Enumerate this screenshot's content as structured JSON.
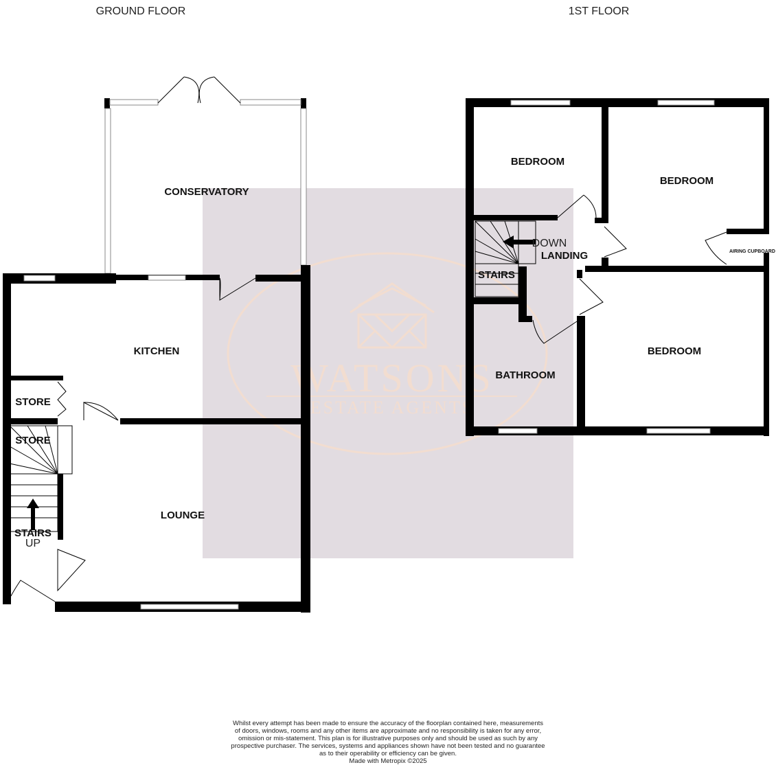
{
  "headings": {
    "ground_floor": "GROUND FLOOR",
    "first_floor": "1ST FLOOR"
  },
  "ground_rooms": {
    "conservatory": "CONSERVATORY",
    "kitchen": "KITCHEN",
    "store_1": "STORE",
    "store_2": "STORE",
    "lounge": "LOUNGE",
    "stairs": "STAIRS",
    "stairs_dir": "UP"
  },
  "first_rooms": {
    "bedroom_1": "BEDROOM",
    "bedroom_2": "BEDROOM",
    "bedroom_3": "BEDROOM",
    "landing": "LANDING",
    "stairs": "STAIRS",
    "stairs_dir": "DOWN",
    "bathroom": "BATHROOM",
    "airing_cupboard": "AIRING CUPBOARD"
  },
  "watermark": {
    "line1": "WATSONS",
    "line2": "ESTATE AGENTS"
  },
  "colors": {
    "wall": "#000000",
    "watermark_box": "#e2dce1",
    "watermark_logo": "#f2ddd0"
  },
  "disclaimer": {
    "line1": "Whilst every attempt has been made to ensure the accuracy of the floorplan contained here, measurements",
    "line2": "of doors, windows, rooms and any other items are approximate and no responsibility is taken for any error,",
    "line3": "omission or mis-statement. This plan is for illustrative purposes only and should be used as such by any",
    "line4": "prospective purchaser. The services, systems and appliances shown have not been tested and no guarantee",
    "line5": "as to their operability or efficiency can be given.",
    "line6": "Made with Metropix ©2025"
  }
}
